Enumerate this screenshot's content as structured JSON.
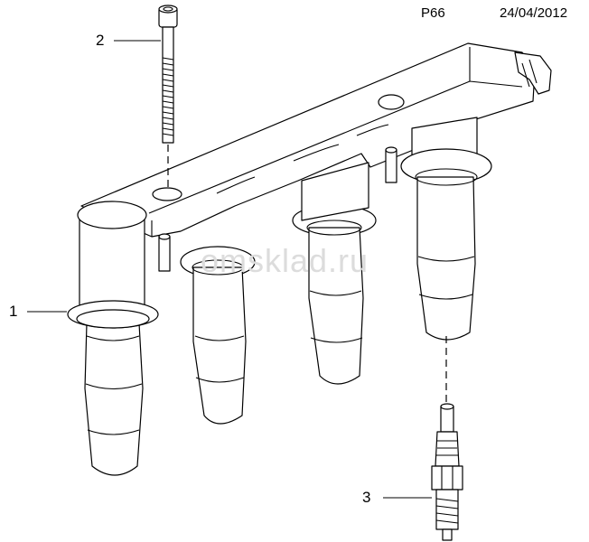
{
  "header": {
    "code": "P66",
    "date": "24/04/2012"
  },
  "callouts": [
    "1",
    "2",
    "3"
  ],
  "watermark": "omsklad.ru"
}
